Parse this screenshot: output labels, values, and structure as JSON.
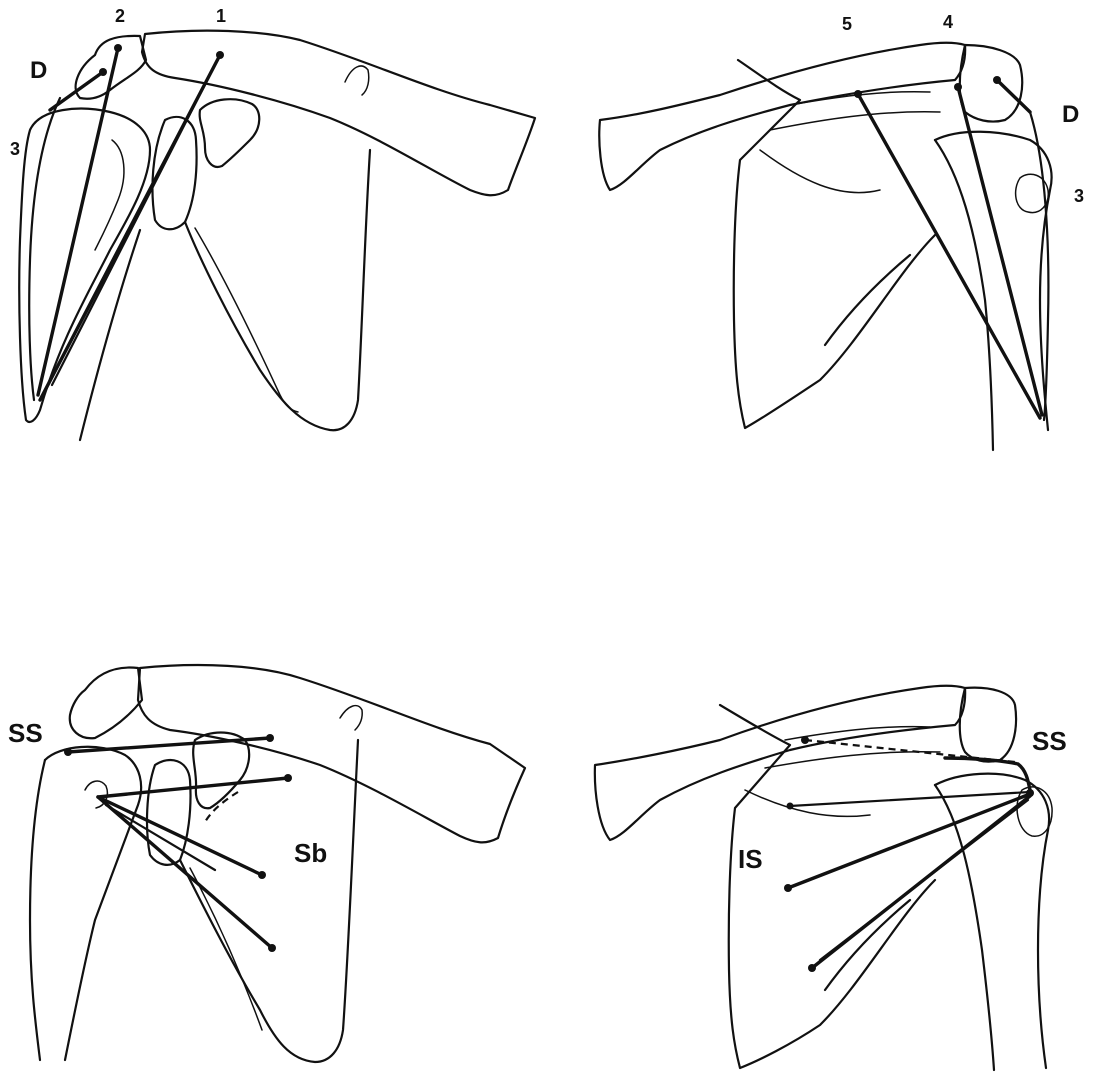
{
  "panels": [
    {
      "id": "top-left",
      "labels": {
        "d": "D",
        "n1": "1",
        "n2": "2",
        "n3": "3"
      }
    },
    {
      "id": "top-right",
      "labels": {
        "d": "D",
        "n3": "3",
        "n4": "4",
        "n5": "5"
      }
    },
    {
      "id": "bottom-left",
      "labels": {
        "ss": "SS",
        "sb": "Sb"
      }
    },
    {
      "id": "bottom-right",
      "labels": {
        "ss": "SS",
        "is": "IS"
      }
    }
  ]
}
